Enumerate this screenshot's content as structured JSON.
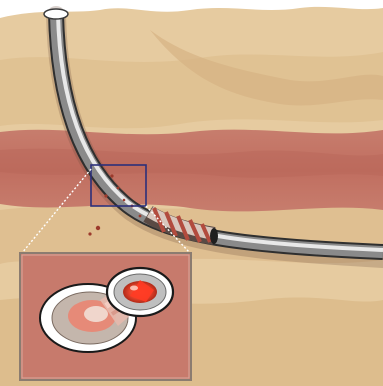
{
  "colors": {
    "sand_light": "#e9cfa6",
    "sand_mid": "#dcb98a",
    "sand_dark": "#c9a273",
    "red_layer": "#c5786a",
    "red_layer_dark": "#b86658",
    "pipe_dark": "#3c3c3c",
    "pipe_mid": "#8c8c8c",
    "pipe_light": "#dcdcdc",
    "highlight_box": "#2b2f7a",
    "callout_line": "#ffffff",
    "inset_frame": "#9a8a7a",
    "alert_red": "#e8442c"
  },
  "elements": {
    "surface": "ground-surface",
    "formation": "red-formation-layer",
    "wellbore": "curved-wellbore-pipe",
    "perforation": "perforated-pipe-section",
    "detail_box": "highlight-box",
    "inset": "perforation-detail-inset"
  }
}
